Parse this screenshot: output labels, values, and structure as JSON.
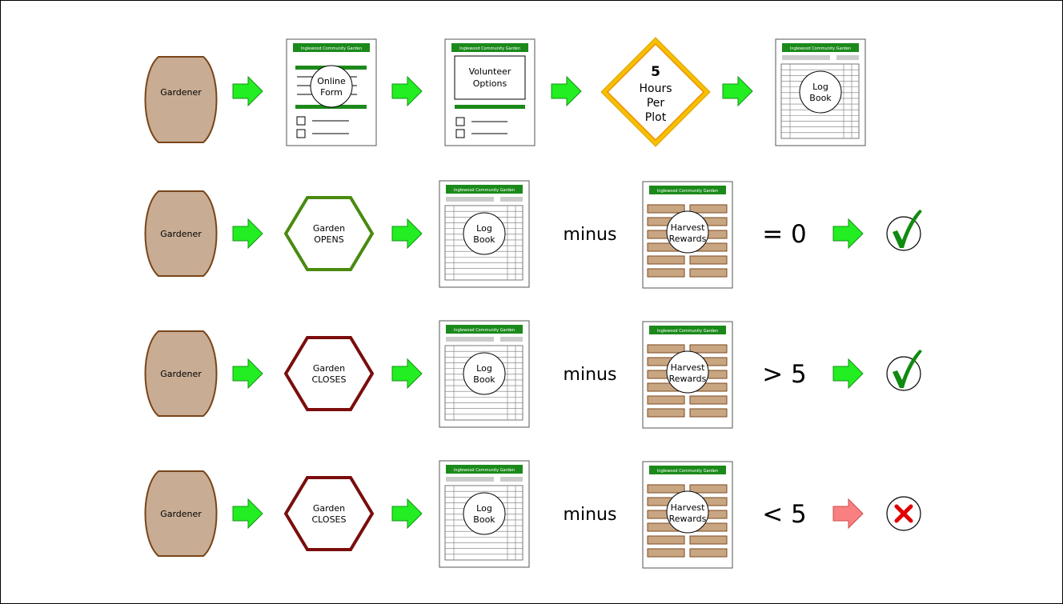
{
  "colors": {
    "gardener_fill": "#c8ad94",
    "gardener_stroke": "#7a4519",
    "header_green": "#1b8a1b",
    "arrow_green": "#22ee22",
    "arrow_green_stroke": "#179217",
    "arrow_red": "#f88080",
    "arrow_red_stroke": "#cc4d4d",
    "opens_stroke": "#4a8a10",
    "closes_stroke": "#7a0d0d",
    "diamond_outer": "#f5c000",
    "diamond_inner": "#f08c00",
    "check_green": "#108a10",
    "x_red": "#e00000",
    "brick_fill": "#c9a682",
    "brick_stroke": "#7a4a20",
    "header_gray": "#cccccc"
  },
  "doc_header": "Inglewood Community Garden",
  "minus_word": "minus",
  "row1": {
    "gardener": "Gardener",
    "online_form": [
      "Online",
      "Form"
    ],
    "volunteer_options": [
      "Volunteer",
      "Options"
    ],
    "diamond_number": "5",
    "diamond_text": [
      "Hours",
      "Per",
      "Plot"
    ],
    "log_book": [
      "Log",
      "Book"
    ]
  },
  "rows": [
    {
      "gardener": "Gardener",
      "hexagon": [
        "Garden",
        "OPENS"
      ],
      "hexagon_kind": "opens",
      "log_book": [
        "Log",
        "Book"
      ],
      "rewards": [
        "Harvest",
        "Rewards"
      ],
      "result": "= 0",
      "outcome": "check"
    },
    {
      "gardener": "Gardener",
      "hexagon": [
        "Garden",
        "CLOSES"
      ],
      "hexagon_kind": "closes",
      "log_book": [
        "Log",
        "Book"
      ],
      "rewards": [
        "Harvest",
        "Rewards"
      ],
      "result": "> 5",
      "outcome": "check"
    },
    {
      "gardener": "Gardener",
      "hexagon": [
        "Garden",
        "CLOSES"
      ],
      "hexagon_kind": "closes",
      "log_book": [
        "Log",
        "Book"
      ],
      "rewards": [
        "Harvest",
        "Rewards"
      ],
      "result": "< 5",
      "outcome": "cross"
    }
  ]
}
